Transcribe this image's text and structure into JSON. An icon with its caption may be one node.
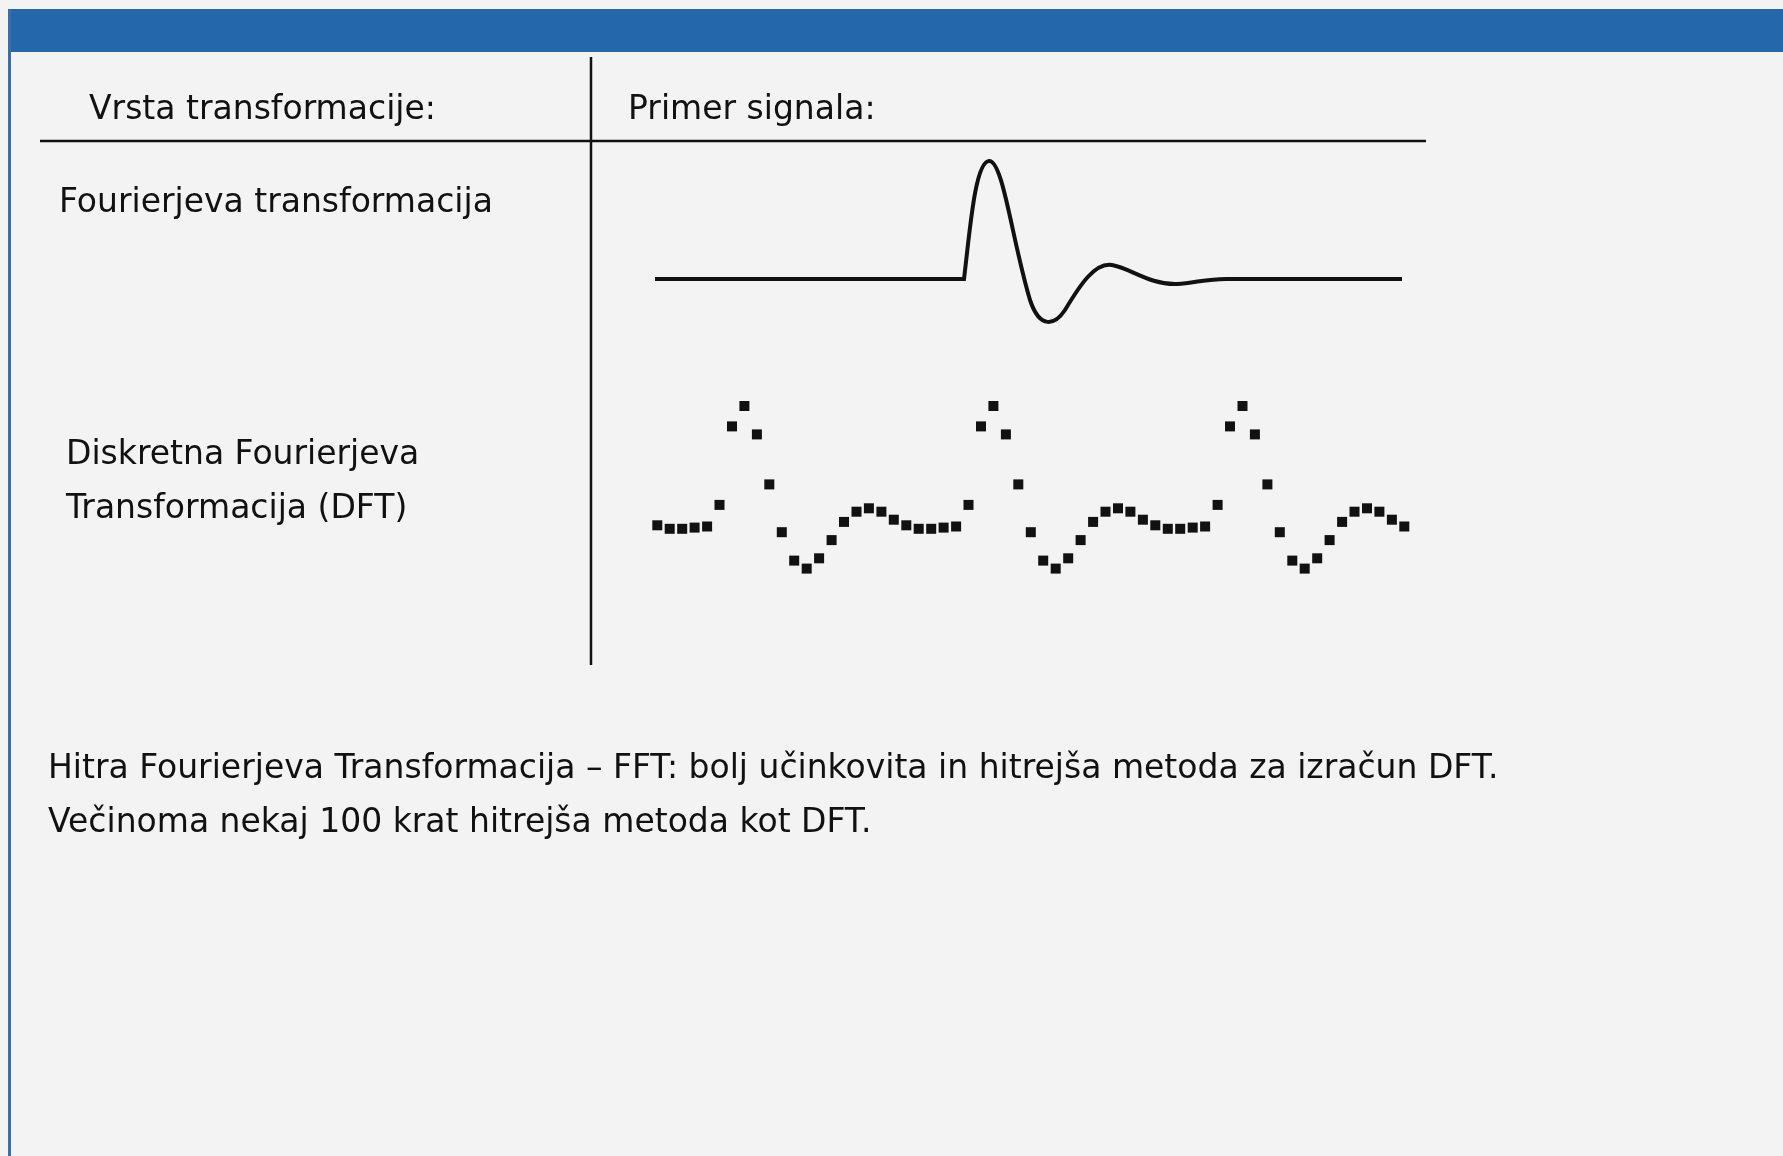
{
  "diagram": {
    "labels": [
      "Vrsta transformacije:",
      "Primer signala:",
      "Fourierjeva transformacija",
      "Diskretna Fourierjeva Transformacija (DFT)",
      "Hitra Fourierjeva Transformacija – FFT: bolj učinkovita in hitrejša metoda za izračun DFT.",
      "Večinoma nekaj 100 krat hitrejša metoda kot DFT."
    ]
  }
}
